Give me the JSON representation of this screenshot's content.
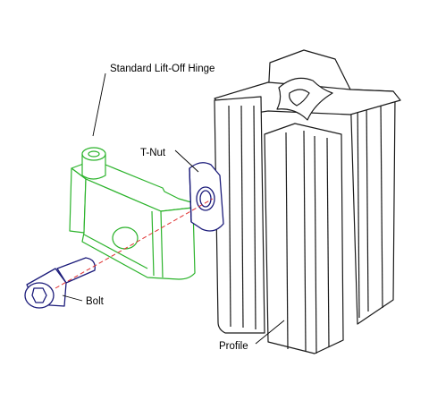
{
  "labels": {
    "hinge": "Standard Lift-Off Hinge",
    "tnut": "T-Nut",
    "bolt": "Bolt",
    "profile": "Profile"
  },
  "colors": {
    "outline": "#1a1a1a",
    "hinge": "#2bb32b",
    "tnut": "#1b1b7a",
    "bolt": "#1b1b7a",
    "axis": "#e03030",
    "leader": "#000000"
  },
  "parts": [
    {
      "name": "profile",
      "icon": "aluminum-extrusion"
    },
    {
      "name": "hinge",
      "icon": "lift-off-hinge"
    },
    {
      "name": "t-nut",
      "icon": "t-nut"
    },
    {
      "name": "bolt",
      "icon": "socket-head-bolt"
    }
  ]
}
